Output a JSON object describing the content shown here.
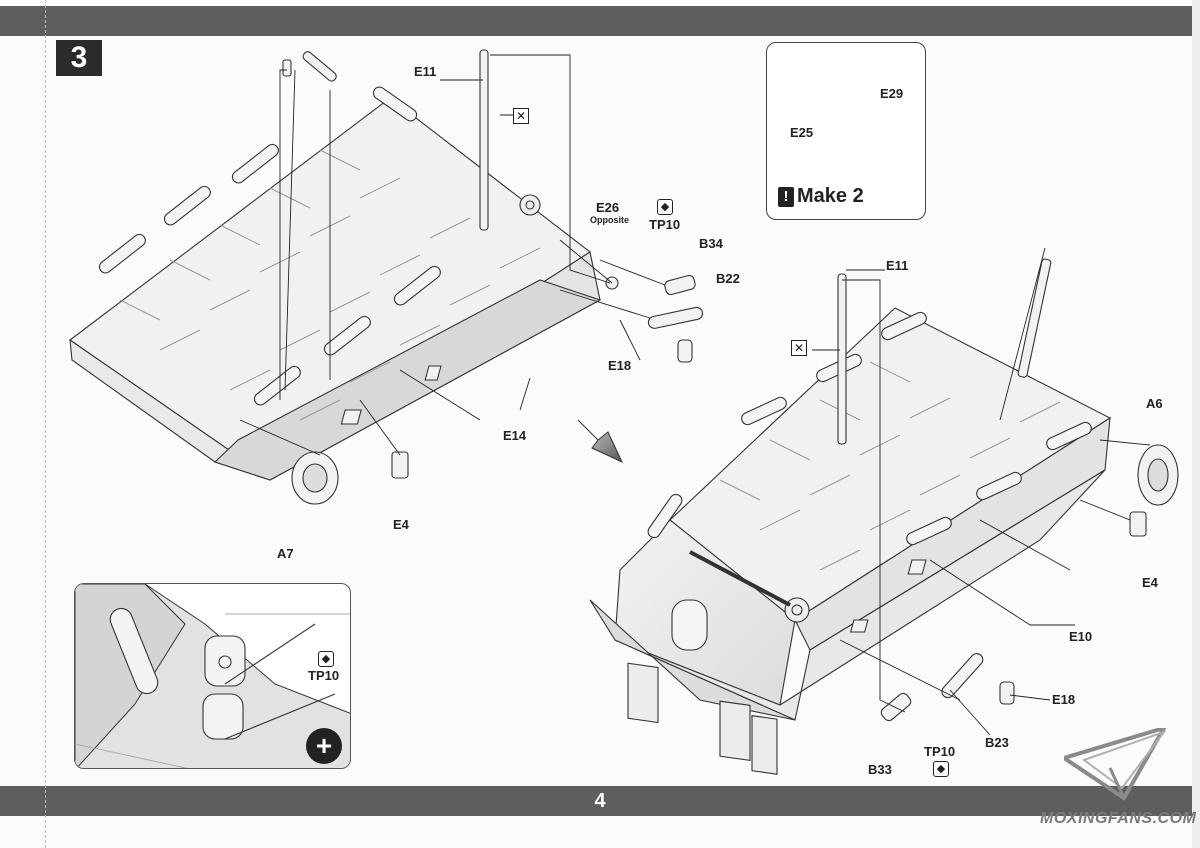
{
  "step": {
    "number": "3"
  },
  "page": {
    "number": "4"
  },
  "watermark": {
    "text": "MOXINGFANS.COM"
  },
  "callout": {
    "make_text": "Make 2"
  },
  "labels": {
    "e11_left": "E11",
    "e26": "E26",
    "e26_note": "Opposite",
    "tp10_top": "TP10",
    "b34": "B34",
    "b22": "B22",
    "e18_left": "E18",
    "e14": "E14",
    "e4_left": "E4",
    "a7": "A7",
    "e25": "E25",
    "e29": "E29",
    "e11_right": "E11",
    "a6": "A6",
    "e4_right": "E4",
    "e10": "E10",
    "e18_right": "E18",
    "b23": "B23",
    "tp10_bottom": "TP10",
    "b33": "B33",
    "tp10_detail": "TP10"
  },
  "icons": {
    "glue": "glue-drop-icon",
    "cut": "cut-off-icon",
    "zoom": "magnify-plus-icon",
    "arrow": "assembly-flow-arrow-icon"
  },
  "colors": {
    "band": "#5e5e5e",
    "part_fill": "#ececec",
    "line": "#333333",
    "shade": "#d6d6d6"
  }
}
